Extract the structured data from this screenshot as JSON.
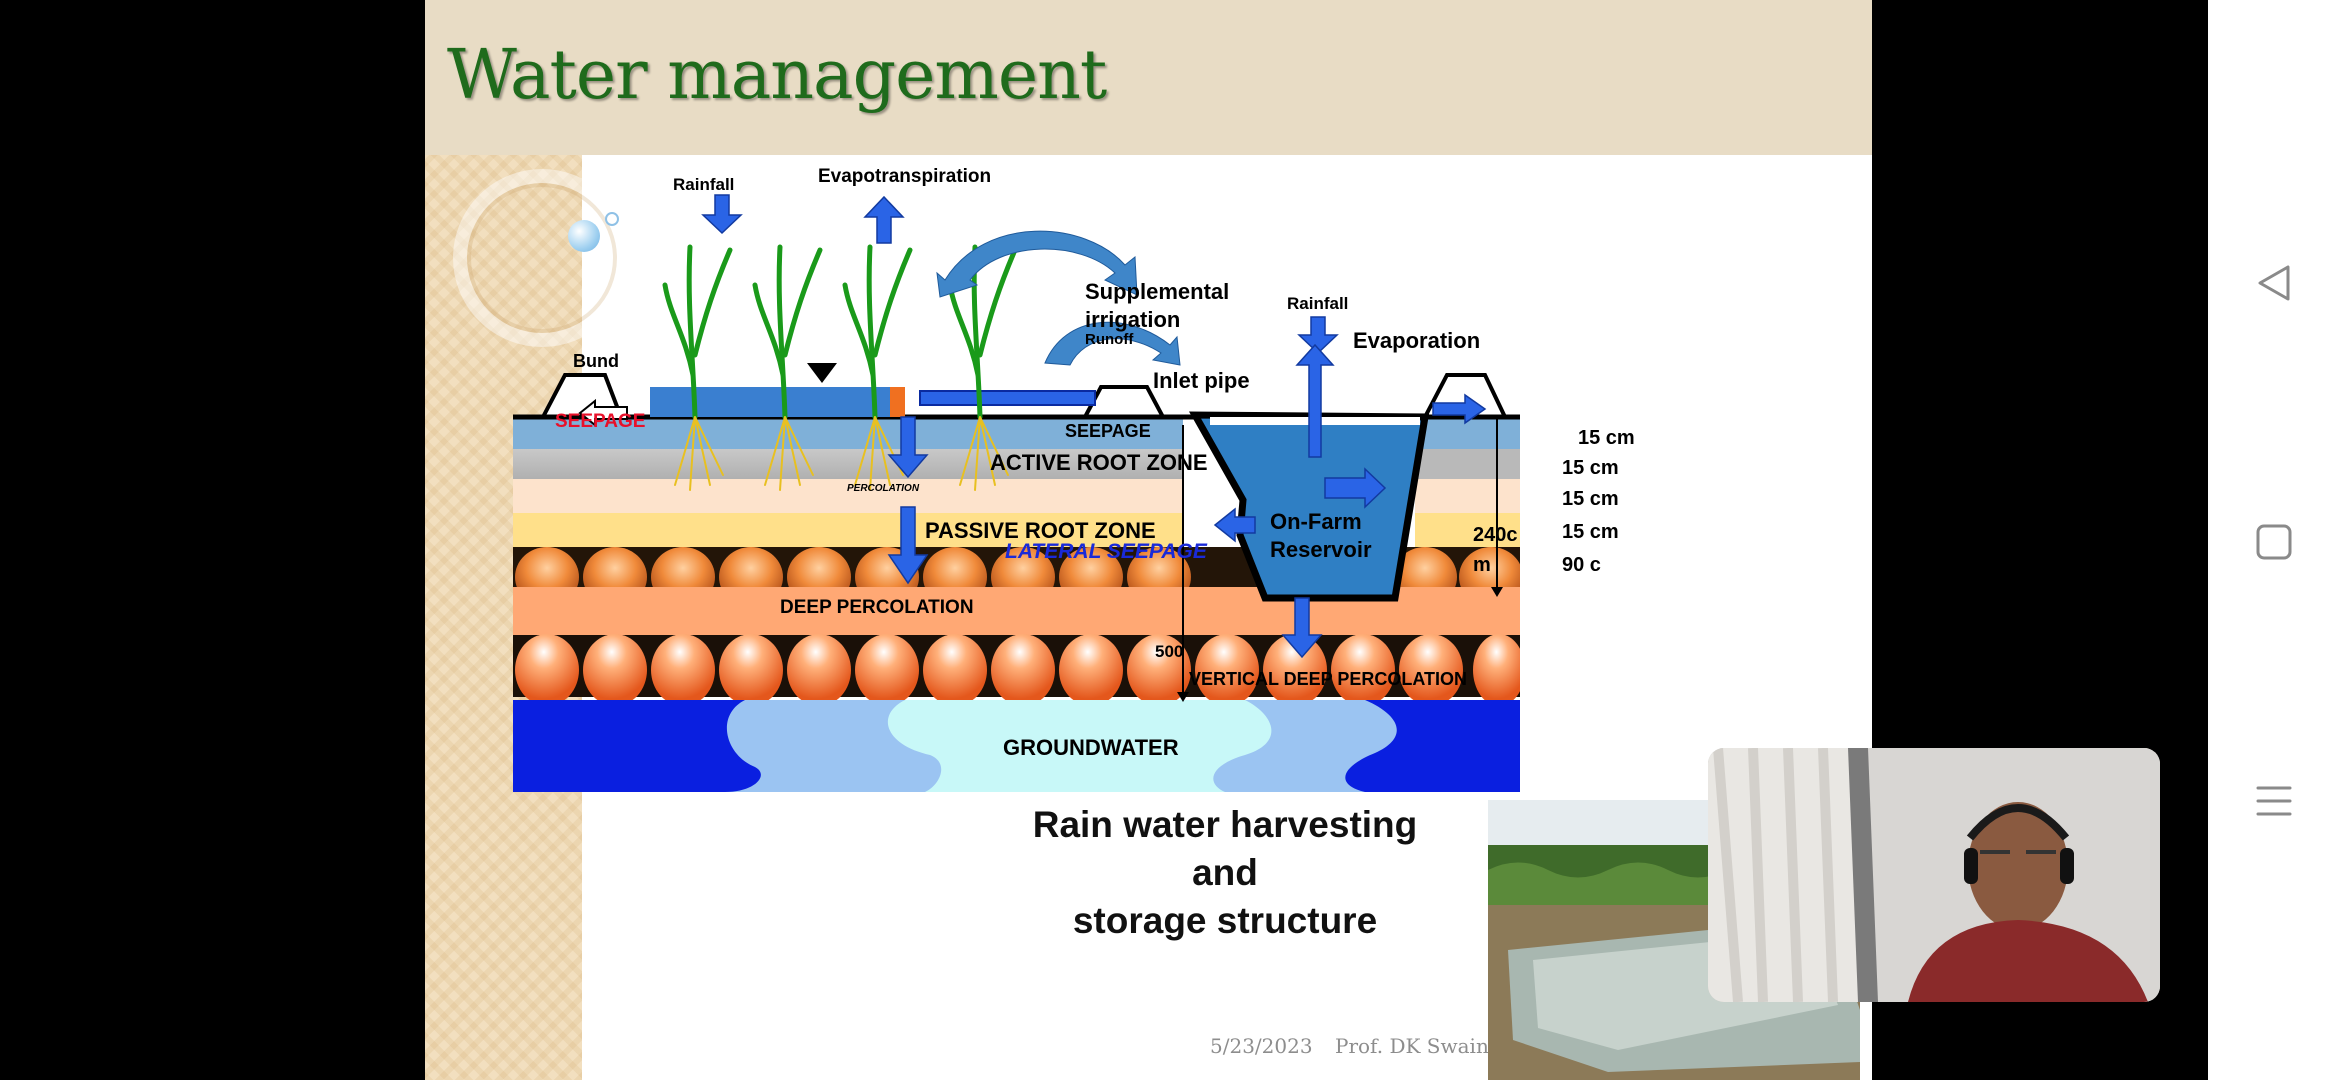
{
  "slide": {
    "title": "Water management",
    "caption_line1": "Rain water harvesting and",
    "caption_line2": "storage structure",
    "footer_date": "5/23/2023",
    "footer_author": "Prof. DK Swain"
  },
  "diagram": {
    "rainfall_left": "Rainfall",
    "evapotranspiration": "Evapotranspiration",
    "supplemental_1": "Supplemental",
    "supplemental_2": "irrigation",
    "runoff": "Runoff",
    "rainfall_right": "Rainfall",
    "evaporation": "Evaporation",
    "bund": "Bund",
    "inlet_pipe": "Inlet pipe",
    "seepage_left": "SEEPAGE",
    "seepage_mid": "SEEPAGE",
    "active_root_zone": "ACTIVE ROOT ZONE",
    "percolation_small": "PERCOLATION",
    "passive_root_zone": "PASSIVE ROOT ZONE",
    "lateral_seepage": "LATERAL SEEPAGE",
    "on_farm_1": "On-Farm",
    "on_farm_2": "Reservoir",
    "depth_240_1": "240c",
    "depth_240_2": "m",
    "deep_percolation": "DEEP PERCOLATION",
    "depth_500": "500",
    "vertical_deep_percolation": "VERTICAL DEEP PERCOLATION",
    "groundwater": "GROUNDWATER",
    "layer_depths": [
      "15 cm",
      "15 cm",
      "15 cm",
      "15 cm",
      "90 c"
    ]
  },
  "nav": {
    "back": "back-icon",
    "home": "home-icon",
    "recents": "recents-icon"
  },
  "colors": {
    "title_green": "#1f6b1c",
    "groundwater_blue": "#0a1fe0",
    "arrow_blue": "#2a64e6",
    "reservoir_blue": "#2f7fc4"
  }
}
